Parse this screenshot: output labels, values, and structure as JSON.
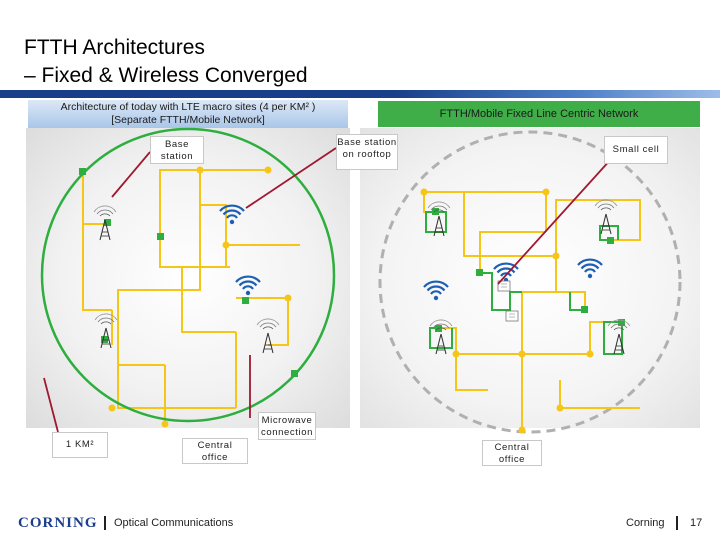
{
  "title": {
    "line1": "FTTH Architectures",
    "line2": "– Fixed & Wireless Converged"
  },
  "left_panel": {
    "header_line1": "Architecture of today with LTE macro sites (4 per KM² )",
    "header_line2": "[Separate FTTH/Mobile Network]",
    "labels": {
      "base_station": "Base station",
      "base_station_rooftop": "Base station on rooftop",
      "microwave": "Microwave connection",
      "area": "1 KM²",
      "central_office": "Central office"
    }
  },
  "right_panel": {
    "header": "FTTH/Mobile Fixed Line Centric Network",
    "labels": {
      "small_cell": "Small cell",
      "central_office": "Central office"
    }
  },
  "footer": {
    "logo": "CORNING",
    "left_text": "Optical Communications",
    "company": "Corning",
    "page": "17"
  },
  "colors": {
    "fiber": "#f5c518",
    "ring": "#2eae3e",
    "node": "#2eae3e",
    "callout": "#a01830",
    "wireless": "#1e5fb3",
    "header_right": "#3fae49",
    "title_rule": "#1a3f8a"
  },
  "icons": [
    "cell-tower-icon",
    "wifi-signal-icon",
    "building-icon"
  ]
}
